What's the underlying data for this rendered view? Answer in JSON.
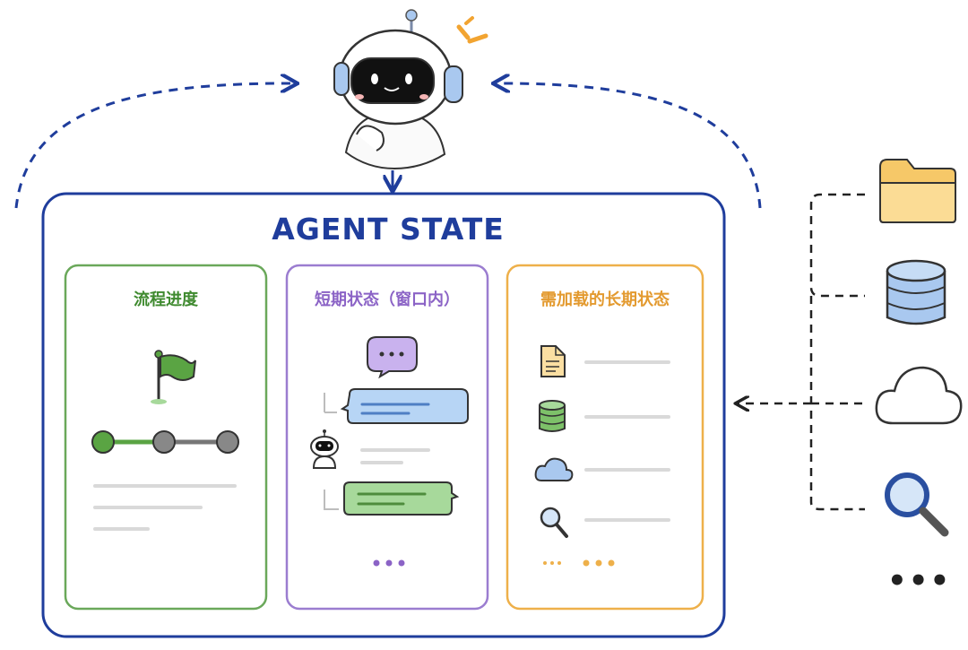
{
  "title": "AGENT STATE",
  "panels": [
    {
      "title": "流程进度",
      "color": "#3f8a2f"
    },
    {
      "title": "短期状态（窗口内）",
      "color": "#8b63c6"
    },
    {
      "title": "需加载的长期状态",
      "color": "#e39a2f"
    }
  ],
  "sources_more": "•••",
  "colors": {
    "frame": "#1f3d9c",
    "green": "#5aa443",
    "purple": "#9b7dd0",
    "orange": "#eeb04a",
    "blue_icon": "#a9c8ef"
  },
  "icons": [
    "robot-icon",
    "flag-icon",
    "chat-bubble-icon",
    "document-icon",
    "database-icon",
    "cloud-icon",
    "search-icon",
    "folder-icon"
  ]
}
